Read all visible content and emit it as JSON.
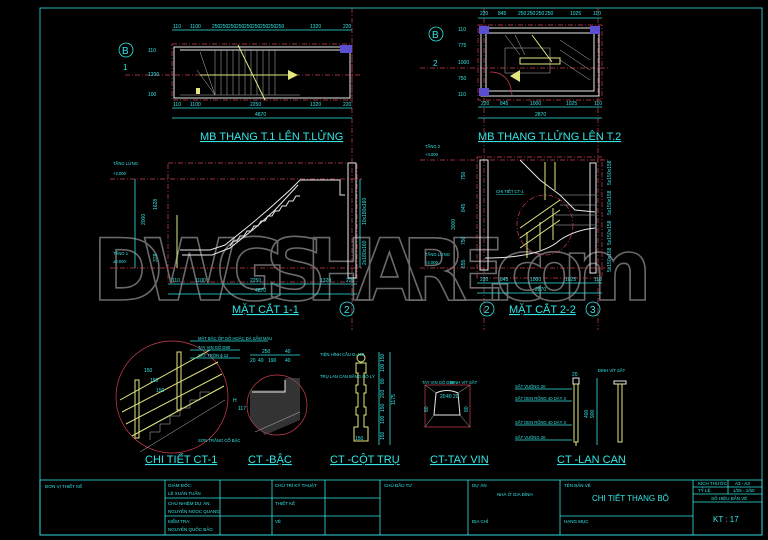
{
  "watermark": "DWGSHARE.com",
  "plan1": {
    "title": "MB THANG T.1 LÊN T.LỬNG",
    "axis_label": "B",
    "cut_label": "1",
    "dims_top": [
      "110",
      "1100",
      "250",
      "250",
      "250",
      "250",
      "250",
      "250",
      "250",
      "250",
      "250",
      "1320",
      "220"
    ],
    "dims_bottom": [
      "110",
      "1100",
      "2250",
      "1320",
      "220"
    ],
    "total": "4870",
    "dims_left": [
      "110",
      "1200",
      "100"
    ]
  },
  "plan2": {
    "title": "MB THANG T.LỬNG LÊN T.2",
    "axis_label": "B",
    "cut_label": "2",
    "dims_top": [
      "220",
      "845",
      "250",
      "250",
      "250",
      "250",
      "1025",
      "110"
    ],
    "dims_bottom": [
      "220",
      "845",
      "1000",
      "1025",
      "110"
    ],
    "total": "2870",
    "dims_left": [
      "110",
      "775",
      "1000",
      "750",
      "110"
    ]
  },
  "section1": {
    "title": "MẶT CẮT 1-1",
    "axis": "2",
    "level_top_name": "TẦNG LỬNG",
    "level_top_value": "+2.000",
    "level_bottom_name": "TẦNG 1",
    "level_bottom_value": "±0.000",
    "dims_left": [
      "2000",
      "1628",
      "378"
    ],
    "dims_right": [
      "10x180x160",
      "2x180x160"
    ],
    "dims_bottom": [
      "110",
      "1100",
      "2250",
      "1320",
      "220"
    ],
    "total": "4870"
  },
  "section2": {
    "title": "MẶT CẮT 2-2",
    "axis_left": "2",
    "axis_right": "3",
    "detail_callout": "CHI TIẾT CT-1",
    "level_top_name": "TẦNG 2",
    "level_top_value": "+3.000",
    "level_bottom_name": "TẦNG LỬNG",
    "level_bottom_value": "+2.000",
    "dims_left": [
      "750",
      "3000",
      "845",
      "750",
      "655"
    ],
    "dims_right": [
      "5x150x158",
      "5x150x158",
      "5x150x158",
      "5x150x158"
    ],
    "dims_bottom": [
      "220",
      "845",
      "1000",
      "1025",
      "110"
    ],
    "total": "2870"
  },
  "details": {
    "ct1": {
      "title": "CHI TIẾT CT-1",
      "notes": [
        "MẶT BẬC ỐP GỖ HOẶC ĐÁ SẪM MÀU",
        "TAY VỊN GỖ D80",
        "SẮT TRÒN ϕ 12",
        "SƠN TRẮNG CỔ BẬC"
      ],
      "dims": [
        "150",
        "150",
        "150"
      ]
    },
    "bac": {
      "title": "CT -BẬC",
      "dims": [
        "250",
        "40",
        "20",
        "40",
        "190",
        "40",
        "H",
        "117"
      ]
    },
    "cottru": {
      "title": "CT -CỘT TRỤ",
      "notes": [
        "TIỆN HÌNH CẦU D=110",
        "TRỤ LAN CAN BẰNG GỖ LÝ"
      ],
      "dims": [
        "150",
        "100",
        "80",
        "203",
        "150",
        "100",
        "150",
        "150",
        "1175"
      ]
    },
    "tayvin": {
      "title": "CT-TAY VIN",
      "notes": [
        "TAY VỊN GỖ D80",
        "ĐINH VÍT SẮT"
      ],
      "dims": [
        "20",
        "40",
        "20",
        "80",
        "80"
      ]
    },
    "lancan": {
      "title": "CT -LAN CAN",
      "notes": [
        "SẮT VUÔNG 20",
        "SẮT DẸN RỖNG 40 DÀY 3",
        "SẮT DẸN RỖNG 40 DÀY 3",
        "SẮT VUÔNG 20",
        "ĐINH VÍT SẮT"
      ],
      "dims": [
        "20",
        "900",
        "400"
      ]
    }
  },
  "title_block": {
    "design_unit": "ĐƠN VỊ THIẾT KẾ",
    "director_label": "GIÁM ĐỐC:",
    "director_name": "LÊ XUÂN TUẤN",
    "pm_label": "CHỦ NHIỆM DỰ ÁN:",
    "pm_name": "NGUYỄN NGỌC QUANG",
    "checker_label": "KIỂM TRA:",
    "checker_name": "NGUYỄN QUỐC BẢO",
    "tech_label": "CHỦ TRÌ KỸ THUẬT",
    "design_label": "THIẾT KẾ",
    "draw_label": "VẼ",
    "owner_label": "CHỦ ĐẦU TƯ",
    "project_label": "DỰ ÁN",
    "project_name": "NHÀ Ở GIA ĐÌNH",
    "address_label": "ĐỊA CHỈ",
    "drawing_label": "TÊN BẢN VẼ",
    "drawing_name": "CHI TIẾT THANG BỘ",
    "item_label": "HẠNG MỤC",
    "size_label": "KÍCH THƯỚC",
    "size_value": "A3 - A3",
    "scale_label": "TỶ LỆ",
    "scale_value": "1/25 - 1/50",
    "sheet_label": "SỐ HIỆU BẢN VẼ",
    "sheet_no": "KT : 17"
  },
  "colors": {
    "line": "#33e6e6",
    "axis": "#d04050",
    "stair": "#e6e680",
    "wall": "#e8e8e8"
  }
}
